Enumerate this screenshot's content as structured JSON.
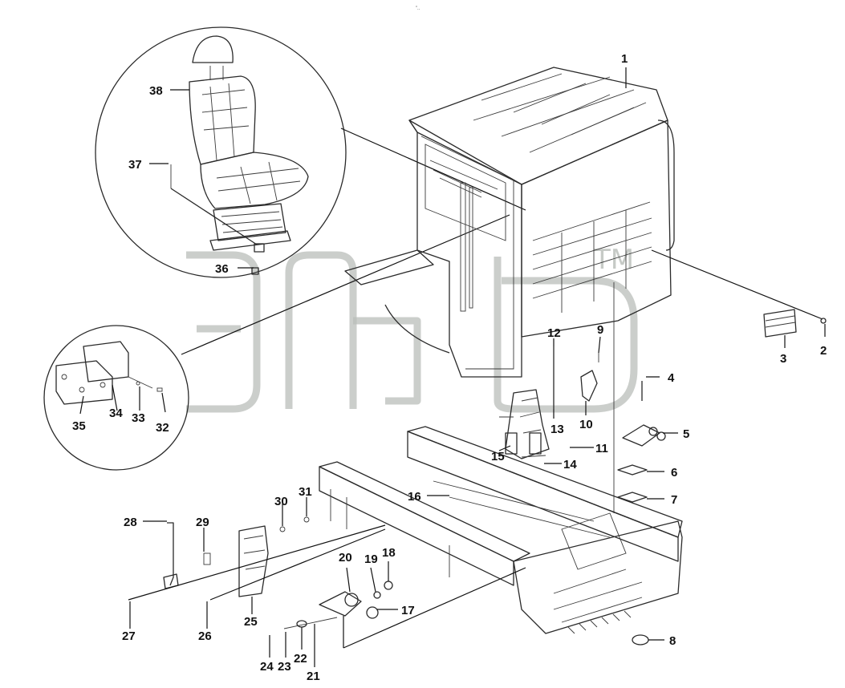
{
  "watermark": {
    "tm": "TM"
  },
  "top_marker": "”..",
  "callouts": [
    "1",
    "2",
    "3",
    "4",
    "5",
    "6",
    "7",
    "8",
    "9",
    "10",
    "11",
    "12",
    "13",
    "14",
    "15",
    "16",
    "17",
    "18",
    "19",
    "20",
    "21",
    "22",
    "23",
    "24",
    "25",
    "26",
    "27",
    "28",
    "29",
    "30",
    "31",
    "32",
    "33",
    "34",
    "35",
    "36",
    "37",
    "38"
  ],
  "colors": {
    "line": "#2a2a2a",
    "watermark": "#b9bdb9",
    "background": "#ffffff"
  }
}
